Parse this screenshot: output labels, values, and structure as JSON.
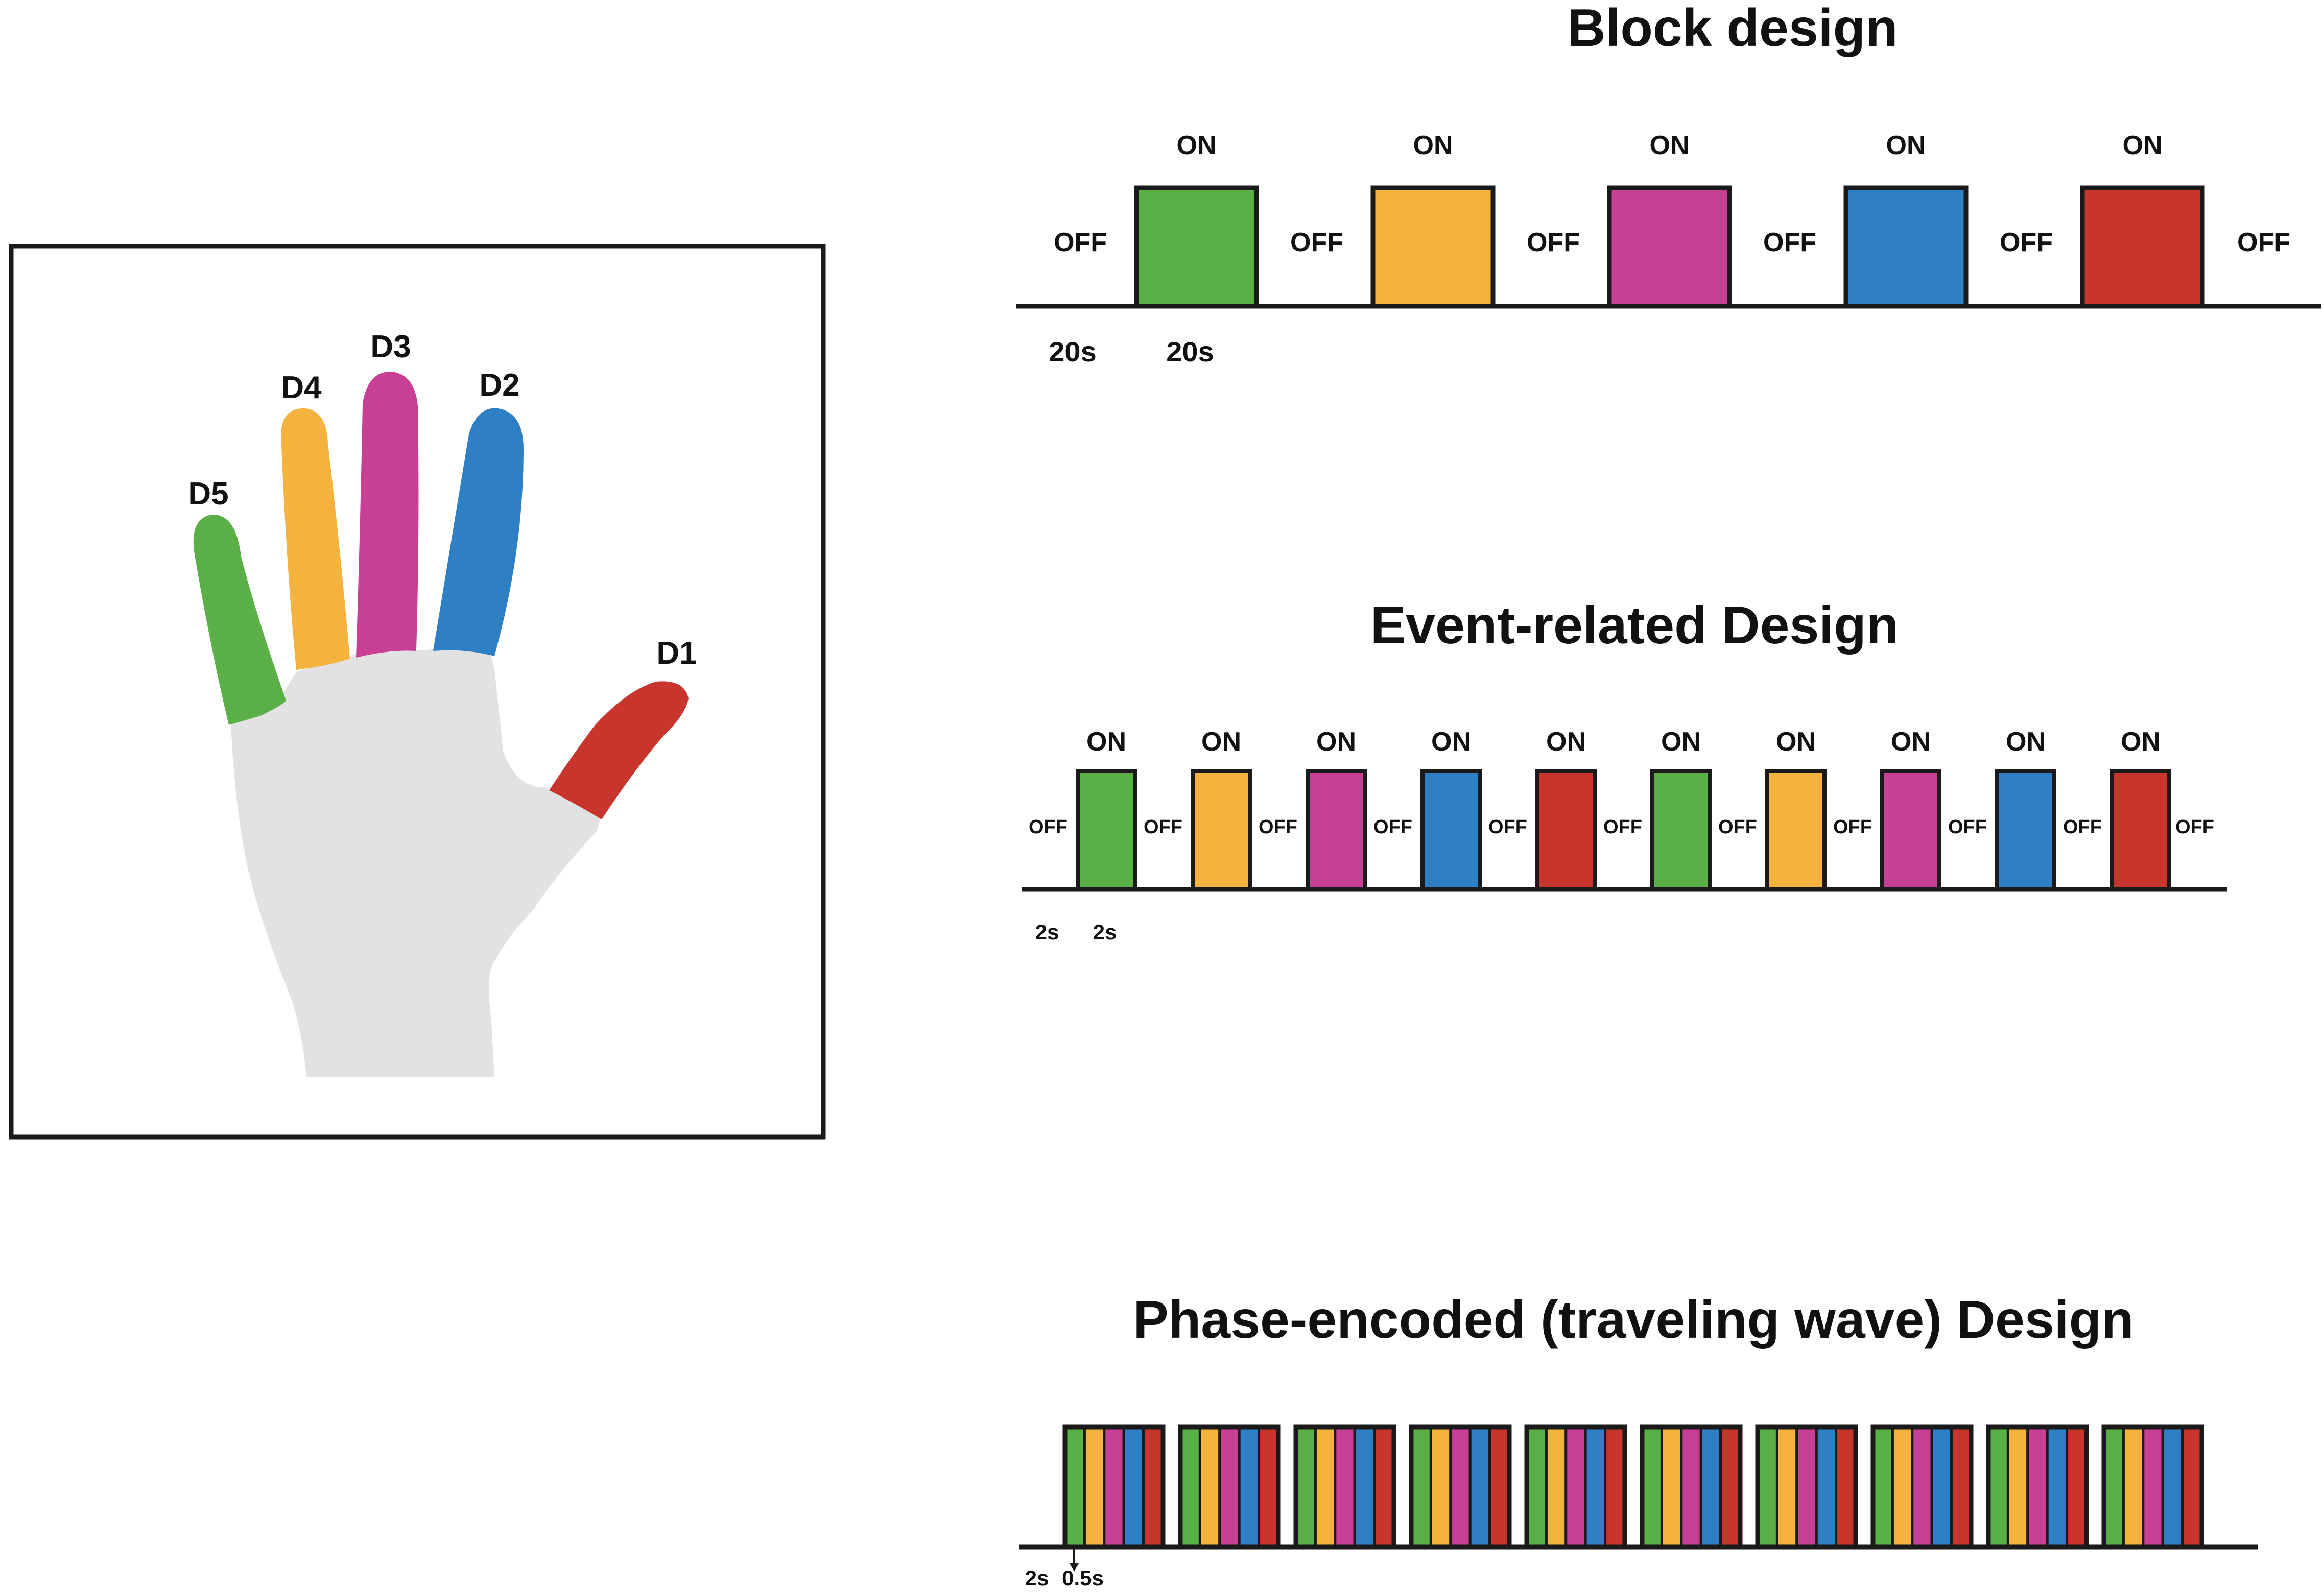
{
  "colors": {
    "D1": "#c8352d",
    "D2": "#2f7fc5",
    "D3": "#c83f96",
    "D4": "#f4b33f",
    "D5": "#5aaf46",
    "palm": "#e2e2e2",
    "line": "#1a1a1a"
  },
  "hand": {
    "fingers": [
      {
        "id": "D5",
        "label": "D5",
        "color": "#5aaf46"
      },
      {
        "id": "D4",
        "label": "D4",
        "color": "#f4b33f"
      },
      {
        "id": "D3",
        "label": "D3",
        "color": "#c83f96"
      },
      {
        "id": "D2",
        "label": "D2",
        "color": "#2f7fc5"
      },
      {
        "id": "D1",
        "label": "D1",
        "color": "#c8352d"
      }
    ]
  },
  "block_design": {
    "title": "Block design",
    "on_label": "ON",
    "off_label": "OFF",
    "off_duration": "20s",
    "on_duration": "20s",
    "sequence": [
      "D5",
      "D4",
      "D3",
      "D2",
      "D1"
    ]
  },
  "event_design": {
    "title": "Event-related Design",
    "on_label": "ON",
    "off_label": "OFF",
    "off_duration": "2s",
    "on_duration": "2s",
    "sequence": [
      "D5",
      "D4",
      "D3",
      "D2",
      "D1",
      "D5",
      "D4",
      "D3",
      "D2",
      "D1"
    ]
  },
  "phase_design": {
    "title": "Phase-encoded (traveling wave) Design",
    "gap_duration": "2s",
    "stripe_duration": "0.5s",
    "cycles": 10,
    "stripe_order": [
      "D5",
      "D4",
      "D3",
      "D2",
      "D1"
    ]
  }
}
